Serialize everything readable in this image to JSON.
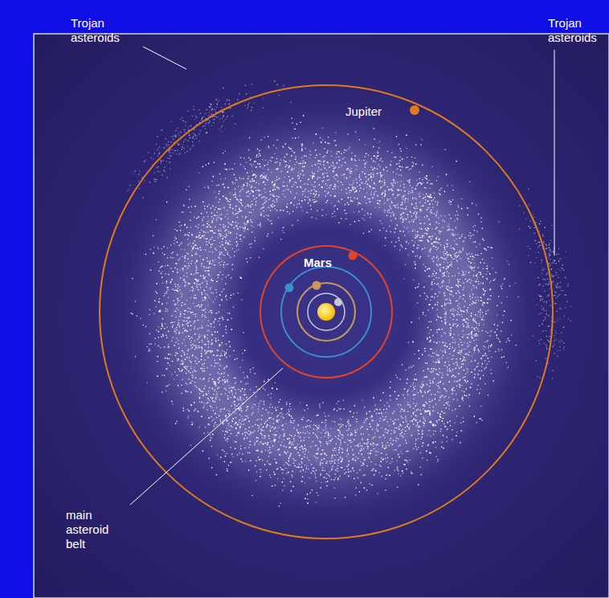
{
  "diagram": {
    "labels": [
      "Trojan asteroids",
      "Jupiter",
      "Mars",
      "Trojan asteroids",
      "main asteroid belt"
    ]
  }
}
